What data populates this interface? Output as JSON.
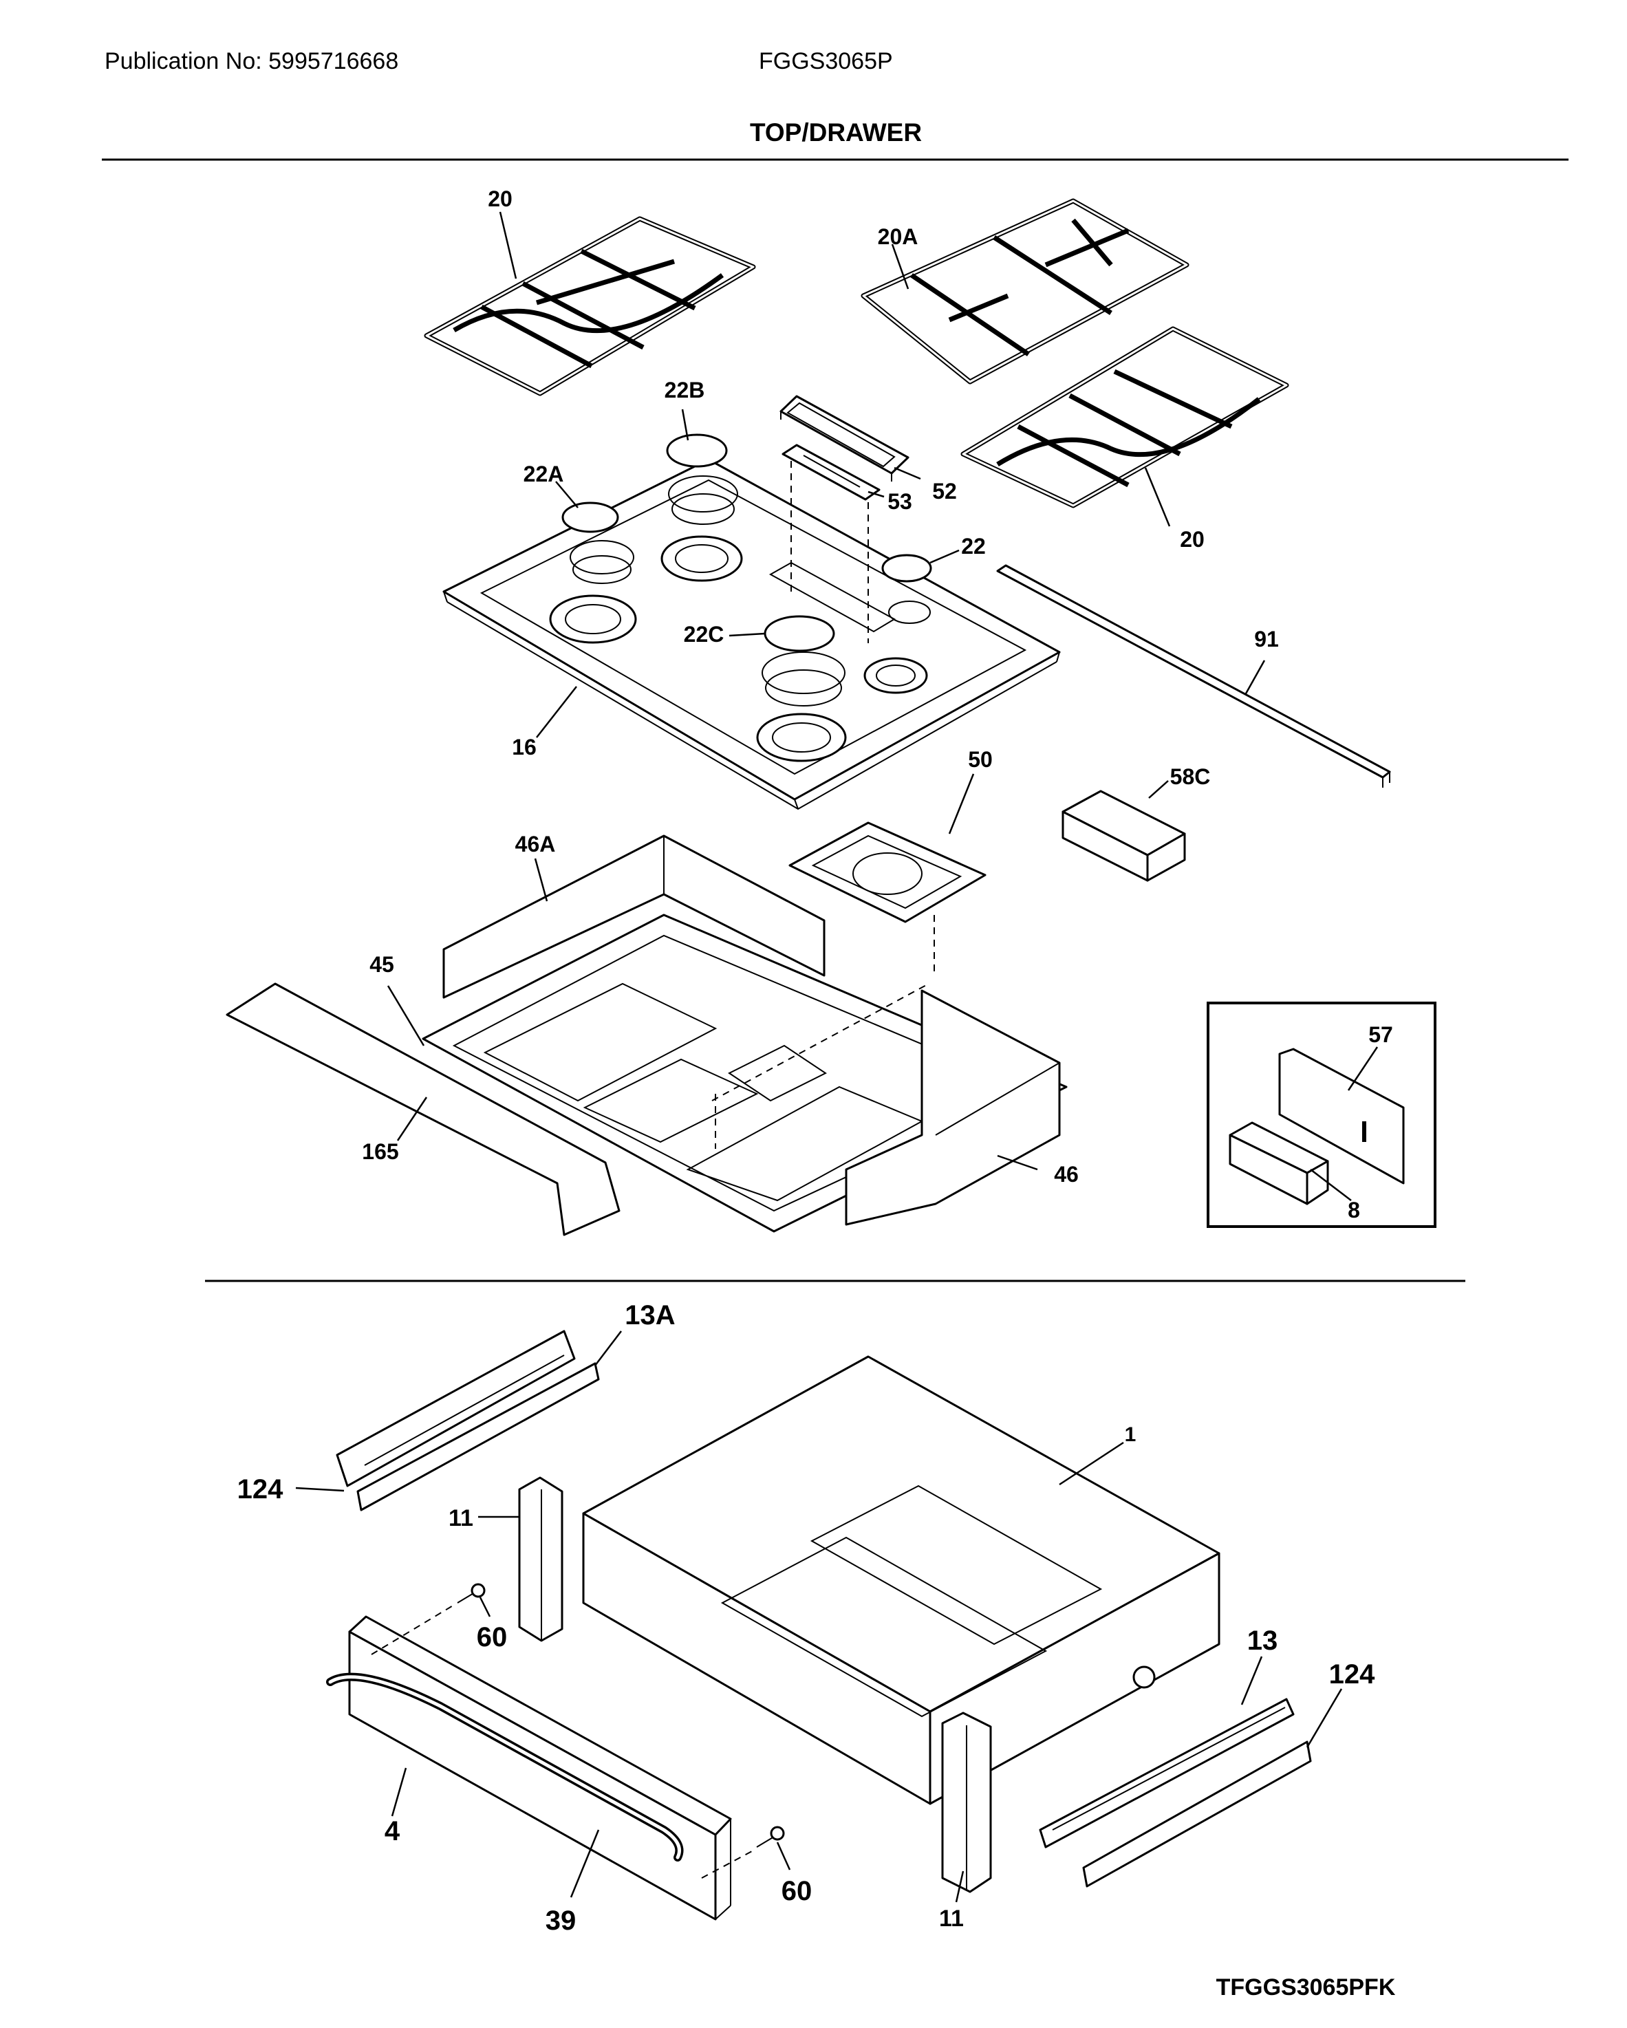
{
  "header": {
    "publication": "Publication No: 5995716668",
    "model": "FGGS3065P",
    "section_title": "TOP/DRAWER"
  },
  "footer": {
    "drawing_code": "TFGGS3065PFK"
  },
  "callouts": {
    "c20_a": "20",
    "c20a": "20A",
    "c20_b": "20",
    "c22b": "22B",
    "c22a": "22A",
    "c22": "22",
    "c22c": "22C",
    "c52": "52",
    "c53": "53",
    "c91": "91",
    "c16": "16",
    "c50": "50",
    "c58c": "58C",
    "c46a": "46A",
    "c45": "45",
    "c165": "165",
    "c46": "46",
    "c57": "57",
    "c8": "8",
    "c13a": "13A",
    "c124_l": "124",
    "c11_l": "11",
    "c1": "1",
    "c60_l": "60",
    "c13": "13",
    "c124_r": "124",
    "c4": "4",
    "c60_r": "60",
    "c11_r": "11",
    "c39": "39"
  }
}
